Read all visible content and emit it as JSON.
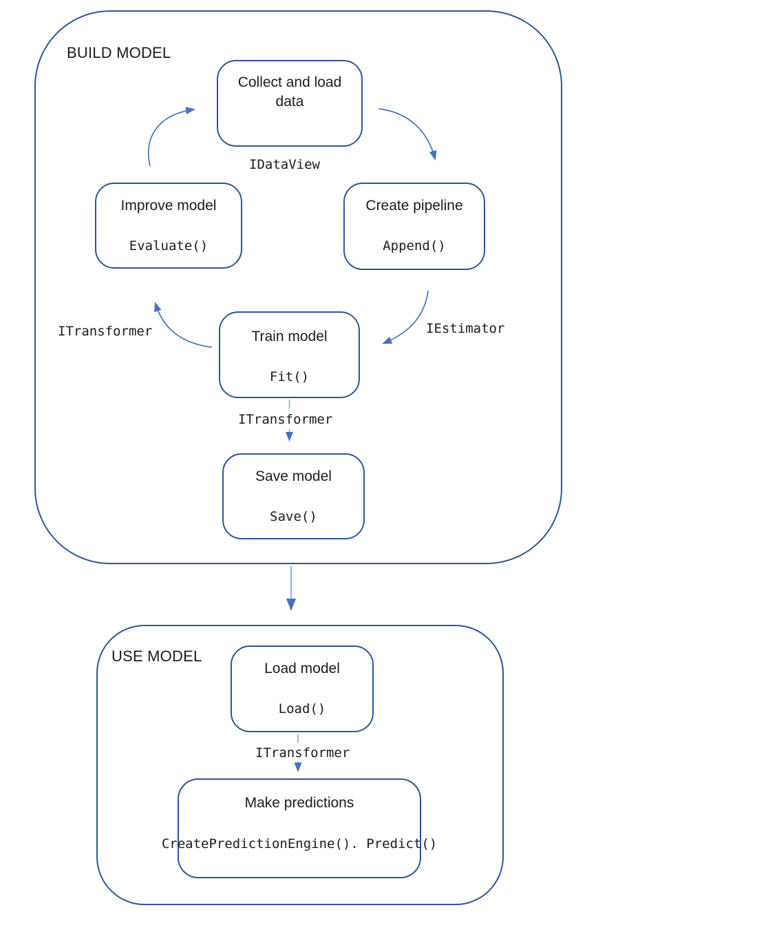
{
  "colors": {
    "box-border": "#2f5496",
    "container-border": "#2f5496",
    "arrow": "#4472c4",
    "arrow-light": "#8aa4d6",
    "text": "#1b1b1b"
  },
  "sections": {
    "build": {
      "label": "BUILD MODEL"
    },
    "use": {
      "label": "USE MODEL"
    }
  },
  "boxes": {
    "collect": {
      "title_line1": "Collect and load",
      "title_line2": "data"
    },
    "improve": {
      "title": "Improve model",
      "code": "Evaluate()"
    },
    "create": {
      "title": "Create pipeline",
      "code": "Append()"
    },
    "train": {
      "title": "Train model",
      "code": "Fit()"
    },
    "save": {
      "title": "Save model",
      "code": "Save()"
    },
    "load": {
      "title": "Load model",
      "code": "Load()"
    },
    "predict": {
      "title": "Make predictions",
      "code_line1": "CreatePredictionEngine().",
      "code_line2": "Predict()"
    }
  },
  "connector_labels": {
    "idataview": "IDataView",
    "itransformer_cycle": "ITransformer",
    "iestimator": "IEstimator",
    "itransformer_save": "ITransformer",
    "itransformer_load": "ITransformer"
  }
}
